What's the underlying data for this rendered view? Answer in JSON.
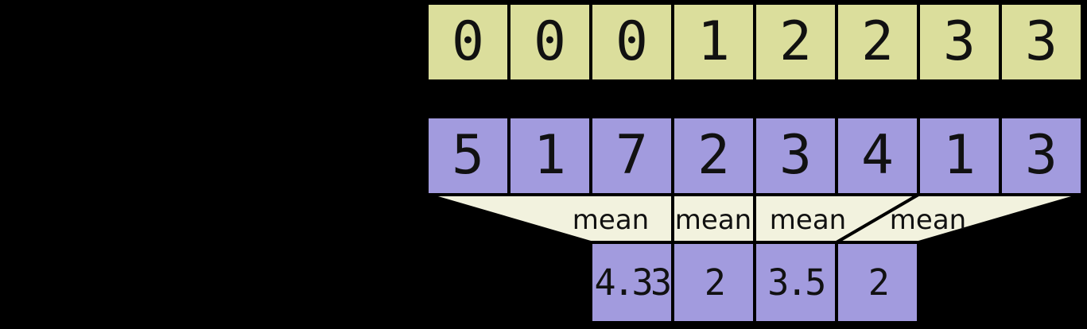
{
  "rows": {
    "segment_ids": {
      "values": [
        "0",
        "0",
        "0",
        "1",
        "2",
        "2",
        "3",
        "3"
      ]
    },
    "data": {
      "values": [
        "5",
        "1",
        "7",
        "2",
        "3",
        "4",
        "1",
        "3"
      ]
    },
    "output": {
      "values": [
        "4.33",
        "2",
        "3.5",
        "2"
      ]
    }
  },
  "operations": {
    "labels": [
      "mean",
      "mean",
      "mean",
      "mean"
    ]
  },
  "colors": {
    "background": "#000000",
    "segment_ids_fill": "#dbde9c",
    "data_fill": "#a29bde",
    "operation_fill": "#f2f2de",
    "border": "#000000",
    "text": "#111111"
  }
}
